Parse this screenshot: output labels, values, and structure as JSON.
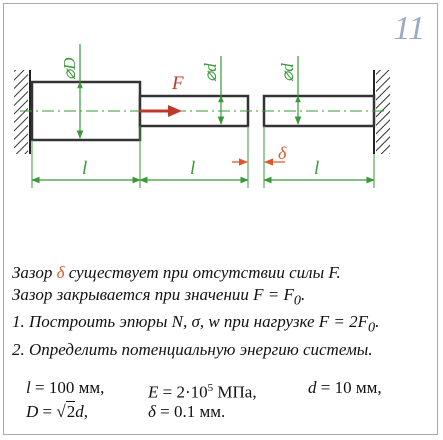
{
  "problem_number": "11",
  "diagram": {
    "label_D": "⌀D",
    "label_d1": "⌀d",
    "label_d2": "⌀d",
    "label_force": "F",
    "label_gap": "δ",
    "label_l1": "l",
    "label_l2": "l",
    "label_l3": "l"
  },
  "text": {
    "line1_pre": "Зазор ",
    "line1_delta": "δ",
    "line1_post": " существует при отсутствии силы F.",
    "line2": "Зазор закрывается при значении F = F",
    "line2_sub": "0",
    "line2_end": ".",
    "line3": "1.  Построить эпюры N, σ, w при нагрузке F = 2F",
    "line3_sub": "0",
    "line3_end": ".",
    "line4": "2.  Определить потенциальную энергию системы."
  },
  "params": {
    "l_var": "l",
    "l_val": " = 100 мм,",
    "E_var": "E",
    "E_val": " = 2·10",
    "E_exp": "5",
    "E_unit": " МПа,",
    "d_var": "d",
    "d_val": " = 10 мм,",
    "D_var": "D",
    "D_eq": " = ",
    "D_sqrt": "2",
    "D_d": "d",
    "D_end": ",",
    "delta_var": "δ",
    "delta_val": " = 0.1 мм."
  },
  "colors": {
    "green": "#3a9a3a",
    "red": "#c0392b",
    "orange": "#e0572a",
    "accent_number": "#9aabc8"
  }
}
